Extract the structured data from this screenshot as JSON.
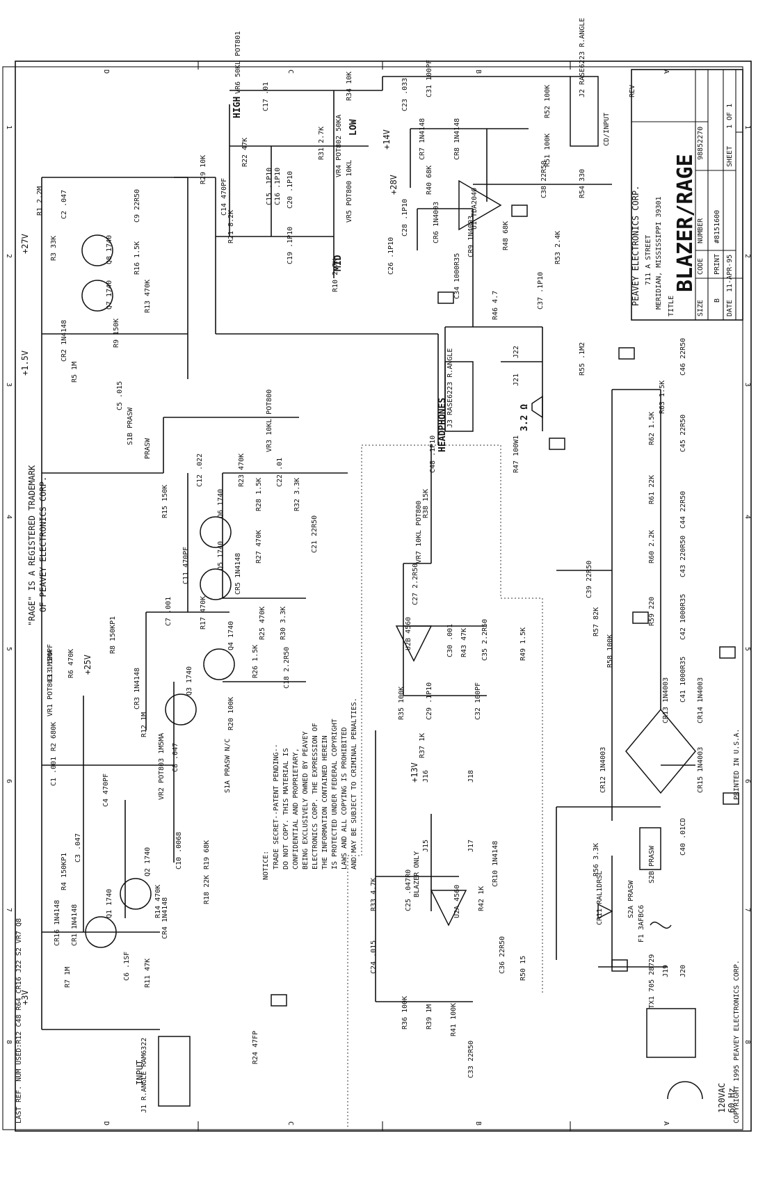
{
  "title_block": {
    "company": "PEAVEY ELECTRONICS CORP.",
    "street": "711 A STREET",
    "city": "MERIDIAN, MISSISSIPPI  39301",
    "title_label": "TITLE",
    "title": "BLAZER/RAGE",
    "rev_label": "REV",
    "size_label": "SIZE",
    "size": "B",
    "code_label": "CODE",
    "number_label": "NUMBER",
    "number": "98852270",
    "print_label": "PRINT",
    "print": "#8151600",
    "date_label": "DATE",
    "date": "11-APR-95",
    "sheet_label": "SHEET",
    "sheet": "1 OF 1"
  },
  "notes": {
    "trademark_1": "\"RAGE\" IS A REGISTERED TRADEMARK",
    "trademark_2": "OF PEAVEY ELECTRONICS CORP.",
    "notice_lines": [
      "NOTICE:",
      "TRADE SECRET--PATENT PENDING--",
      "DO NOT COPY. THIS MATERIAL IS",
      "CONFIDENTIAL AND PROPRIETARY,",
      "BEING EXCLUSIVELY OWNED BY PEAVEY",
      "ELECTRONICS CORP. THE EXPRESSION OF",
      "THE INFORMATION CONTAINED HEREIN",
      "IS PROTECTED UNDER FEDERAL COPYRIGHT",
      "LAWS AND ALL COPYING IS PROHIBITED",
      "AND MAY BE SUBJECT TO CRIMINAL PENALTIES."
    ],
    "last_ref": "LAST REF. NUM USED:R12 C48 R64 CR16 J22 S2 VR7 Q8",
    "copyright": "COPYRIGHT 1995 PEAVEY ELECTRONICS CORP.",
    "printed": "PRINTED IN U.S.A.",
    "blazer_only": "BLAZER ONLY"
  },
  "zones": {
    "top": [
      "D",
      "C",
      "B",
      "A"
    ],
    "side": [
      "1",
      "2",
      "3",
      "4",
      "5",
      "6",
      "7",
      "8"
    ]
  },
  "components": [
    {
      "ref": "J1",
      "value": "R.ANGLE RAM6322"
    },
    {
      "ref": "INPUT",
      "value": ""
    },
    {
      "ref": "R11",
      "value": "47K"
    },
    {
      "ref": "C6",
      "value": ".1SF"
    },
    {
      "ref": "CR4",
      "value": "1N4148"
    },
    {
      "ref": "CR1",
      "value": "1N4148"
    },
    {
      "ref": "CR16",
      "value": "1N4148"
    },
    {
      "ref": "R7",
      "value": "1M"
    },
    {
      "ref": "R4",
      "value": "150KP1"
    },
    {
      "ref": "Q1",
      "value": "1740"
    },
    {
      "ref": "Q2",
      "value": "1740"
    },
    {
      "ref": "R14",
      "value": "470K"
    },
    {
      "ref": "R18",
      "value": "22K"
    },
    {
      "ref": "R19",
      "value": "68K"
    },
    {
      "ref": "C10",
      "value": ".0068"
    },
    {
      "ref": "C3",
      "value": ".047"
    },
    {
      "ref": "C4",
      "value": "470PF"
    },
    {
      "ref": "C1",
      "value": ".001"
    },
    {
      "ref": "R2",
      "value": "680K"
    },
    {
      "ref": "VR1",
      "value": "POT803 1M5MA"
    },
    {
      "ref": "C13",
      "value": "180PF"
    },
    {
      "ref": "R6",
      "value": "470K"
    },
    {
      "ref": "R8",
      "value": "150KP1"
    },
    {
      "ref": "VR2",
      "value": "POT803 1M5MA"
    },
    {
      "ref": "C8",
      "value": ".047"
    },
    {
      "ref": "S1A",
      "value": "PRASW N/C"
    },
    {
      "ref": "R12",
      "value": "1M"
    },
    {
      "ref": "CR3",
      "value": "1N4148"
    },
    {
      "ref": "Q3",
      "value": "1740"
    },
    {
      "ref": "Q4",
      "value": "1740"
    },
    {
      "ref": "R20",
      "value": "100K"
    },
    {
      "ref": "R26",
      "value": "1.5K"
    },
    {
      "ref": "R25",
      "value": "470K"
    },
    {
      "ref": "R30",
      "value": "3.3K"
    },
    {
      "ref": "C18",
      "value": "2.2R50"
    },
    {
      "ref": "R17",
      "value": "470K"
    },
    {
      "ref": "C7",
      "value": ".001"
    },
    {
      "ref": "C11",
      "value": "470PF"
    },
    {
      "ref": "CR5",
      "value": "1N4148"
    },
    {
      "ref": "Q5",
      "value": "1740"
    },
    {
      "ref": "Q6",
      "value": "1740"
    },
    {
      "ref": "R27",
      "value": "470K"
    },
    {
      "ref": "R15",
      "value": "150K"
    },
    {
      "ref": "R28",
      "value": "1.5K"
    },
    {
      "ref": "R32",
      "value": "3.3K"
    },
    {
      "ref": "C21",
      "value": "22R50"
    },
    {
      "ref": "C12",
      "value": ".022"
    },
    {
      "ref": "R23",
      "value": "470K"
    },
    {
      "ref": "VR3",
      "value": "10KL POT800"
    },
    {
      "ref": "C22",
      "value": ".01"
    },
    {
      "ref": "S1B",
      "value": "PRASW"
    },
    {
      "ref": "C5",
      "value": ".015"
    },
    {
      "ref": "R5",
      "value": "1M"
    },
    {
      "ref": "CR2",
      "value": "1N4148"
    },
    {
      "ref": "R9",
      "value": "150K"
    },
    {
      "ref": "Q7",
      "value": "1740"
    },
    {
      "ref": "R13",
      "value": "470K"
    },
    {
      "ref": "Q8",
      "value": "1740"
    },
    {
      "ref": "R3",
      "value": "33K"
    },
    {
      "ref": "R16",
      "value": "1.5K"
    },
    {
      "ref": "C9",
      "value": "22R50"
    },
    {
      "ref": "R1",
      "value": "2.2M"
    },
    {
      "ref": "C2",
      "value": ".047"
    },
    {
      "ref": "R29",
      "value": "10K"
    },
    {
      "ref": "C14",
      "value": "470PF"
    },
    {
      "ref": "R21",
      "value": "8.2K"
    },
    {
      "ref": "R22",
      "value": "47K"
    },
    {
      "ref": "VR6",
      "value": "50KL POT801"
    },
    {
      "ref": "C17",
      "value": ".01"
    },
    {
      "ref": "C15",
      "value": ".1P10"
    },
    {
      "ref": "C16",
      "value": ".1P10"
    },
    {
      "ref": "C20",
      "value": ".1P10"
    },
    {
      "ref": "C19",
      "value": ".1P10"
    },
    {
      "ref": "R31",
      "value": "2.7K"
    },
    {
      "ref": "R34",
      "value": "10K"
    },
    {
      "ref": "VR4",
      "value": "POT802 50KA"
    },
    {
      "ref": "VR5",
      "value": "POT800 10KL"
    },
    {
      "ref": "R10",
      "value": "2.7K"
    },
    {
      "ref": "C23",
      "value": ".033"
    },
    {
      "ref": "C31",
      "value": "100PF"
    },
    {
      "ref": "CR7",
      "value": "1N4148"
    },
    {
      "ref": "CR8",
      "value": "1N4148"
    },
    {
      "ref": "R40",
      "value": "68K"
    },
    {
      "ref": "CR6",
      "value": "1N4003"
    },
    {
      "ref": "C28",
      "value": ".1P10"
    },
    {
      "ref": "C26",
      "value": ".1P10"
    },
    {
      "ref": "U1",
      "value": "TDA2040"
    },
    {
      "ref": "CR9",
      "value": "1N4003"
    },
    {
      "ref": "R48",
      "value": "68K"
    },
    {
      "ref": "C34",
      "value": "1000R35"
    },
    {
      "ref": "R46",
      "value": "4.7"
    },
    {
      "ref": "C37",
      "value": ".1P10"
    },
    {
      "ref": "R52",
      "value": "100K"
    },
    {
      "ref": "R51",
      "value": "100K"
    },
    {
      "ref": "J2",
      "value": "RASE6223 R.ANGLE"
    },
    {
      "ref": "C38",
      "value": "22R50"
    },
    {
      "ref": "R54",
      "value": "330"
    },
    {
      "ref": "R53",
      "value": "2.4K"
    },
    {
      "ref": "R55",
      "value": ".1M2"
    },
    {
      "ref": "J21",
      "value": ""
    },
    {
      "ref": "J22",
      "value": ""
    },
    {
      "ref": "J3",
      "value": "RASE6223 R.ANGLE"
    },
    {
      "ref": "R47",
      "value": "100W1"
    },
    {
      "ref": "C48",
      "value": ".1P10"
    },
    {
      "ref": "R38",
      "value": "15K"
    },
    {
      "ref": "VR7",
      "value": "10KL POT800"
    },
    {
      "ref": "C27",
      "value": "2.2R50"
    },
    {
      "ref": "U2B",
      "value": "4560"
    },
    {
      "ref": "C30",
      "value": ".001"
    },
    {
      "ref": "R43",
      "value": "47K"
    },
    {
      "ref": "C35",
      "value": "2.2R50"
    },
    {
      "ref": "R49",
      "value": "1.5K"
    },
    {
      "ref": "R35",
      "value": "100K"
    },
    {
      "ref": "C29",
      "value": ".1P10"
    },
    {
      "ref": "C32",
      "value": "100PF"
    },
    {
      "ref": "R37",
      "value": "1K"
    },
    {
      "ref": "J16",
      "value": ""
    },
    {
      "ref": "J18",
      "value": ""
    },
    {
      "ref": "J15",
      "value": ""
    },
    {
      "ref": "J17",
      "value": ""
    },
    {
      "ref": "CR10",
      "value": "1N4148"
    },
    {
      "ref": "R42",
      "value": "1K"
    },
    {
      "ref": "U2A",
      "value": "4560"
    },
    {
      "ref": "C25",
      "value": ".047R0"
    },
    {
      "ref": "R33",
      "value": "4.7K"
    },
    {
      "ref": "C24",
      "value": ".015"
    },
    {
      "ref": "C36",
      "value": "22R50"
    },
    {
      "ref": "R50",
      "value": "15"
    },
    {
      "ref": "R36",
      "value": "100K"
    },
    {
      "ref": "R39",
      "value": "1M"
    },
    {
      "ref": "R41",
      "value": "100K"
    },
    {
      "ref": "C33",
      "value": "22R50"
    },
    {
      "ref": "R24",
      "value": "47FP"
    },
    {
      "ref": "C46",
      "value": "22R50"
    },
    {
      "ref": "R63",
      "value": "1.5K"
    },
    {
      "ref": "R62",
      "value": "1.5K"
    },
    {
      "ref": "C45",
      "value": "22R50"
    },
    {
      "ref": "R61",
      "value": "22K"
    },
    {
      "ref": "C44",
      "value": "22R50"
    },
    {
      "ref": "R60",
      "value": "2.2K"
    },
    {
      "ref": "C43",
      "value": "220R50"
    },
    {
      "ref": "C39",
      "value": "22R50"
    },
    {
      "ref": "R57",
      "value": "82K"
    },
    {
      "ref": "R59",
      "value": "220"
    },
    {
      "ref": "C42",
      "value": "1000R35"
    },
    {
      "ref": "R58",
      "value": "100K"
    },
    {
      "ref": "C41",
      "value": "1000R35"
    },
    {
      "ref": "CR12",
      "value": "1N4003"
    },
    {
      "ref": "CR13",
      "value": "1N4003"
    },
    {
      "ref": "CR14",
      "value": "1N4003"
    },
    {
      "ref": "CR15",
      "value": "1N4003"
    },
    {
      "ref": "C40",
      "value": ".01CD"
    },
    {
      "ref": "R56",
      "value": "3.3K"
    },
    {
      "ref": "CR11",
      "value": "RAL1DRSL"
    },
    {
      "ref": "S2A",
      "value": "PRASW"
    },
    {
      "ref": "S2B",
      "value": "PRASW"
    },
    {
      "ref": "F1",
      "value": "3AFBC6"
    },
    {
      "ref": "J19",
      "value": ""
    },
    {
      "ref": "J20",
      "value": ""
    },
    {
      "ref": "TX1",
      "value": "705 28729"
    }
  ],
  "voltages": {
    "v27": "+27V",
    "v25": "+25V",
    "v15": "+1.5V",
    "v3": "+3V",
    "v28": "+28V",
    "v14": "+14V",
    "v13": "+13V"
  },
  "labels": {
    "high": "HIGH",
    "low": "LOW",
    "mid": "MID",
    "headphones": "HEADPHONES",
    "speaker": "3.2 Ω",
    "cd_input": "CD/INPUT",
    "ac_line": "120VAC",
    "ac_freq": "60 Hz",
    "prasw": "PRASW",
    "input": "INPUT"
  }
}
